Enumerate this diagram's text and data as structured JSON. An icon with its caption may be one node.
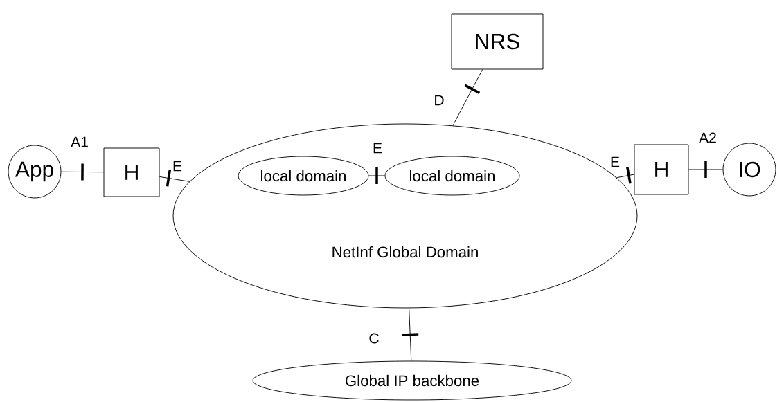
{
  "diagram": {
    "nodes": [
      {
        "text": [
          "App"
        ]
      },
      {
        "text": [
          "H"
        ]
      },
      {
        "text": [
          "NetInf Global Domain"
        ]
      },
      {
        "text": [
          "local domain"
        ],
        "in": 2
      },
      {
        "text": [
          "local domain"
        ],
        "in": 2
      },
      {
        "text": [
          "H"
        ]
      },
      {
        "text": [
          "IO"
        ]
      },
      {
        "text": [
          "NRS"
        ]
      },
      {
        "text": [
          "Global IP backbone"
        ]
      }
    ],
    "edges": [
      {
        "from": 0,
        "to": 1,
        "arrow": "none",
        "label": "A1"
      },
      {
        "from": 1,
        "to": 2,
        "arrow": "none",
        "label": "E"
      },
      {
        "from": 3,
        "to": 4,
        "arrow": "none",
        "label": "E"
      },
      {
        "from": 2,
        "to": 5,
        "arrow": "none",
        "label": "E"
      },
      {
        "from": 5,
        "to": 6,
        "arrow": "none",
        "label": "A2"
      },
      {
        "from": 7,
        "to": 2,
        "arrow": "none",
        "label": "D"
      },
      {
        "from": 2,
        "to": 8,
        "arrow": "none",
        "label": "C"
      }
    ]
  }
}
